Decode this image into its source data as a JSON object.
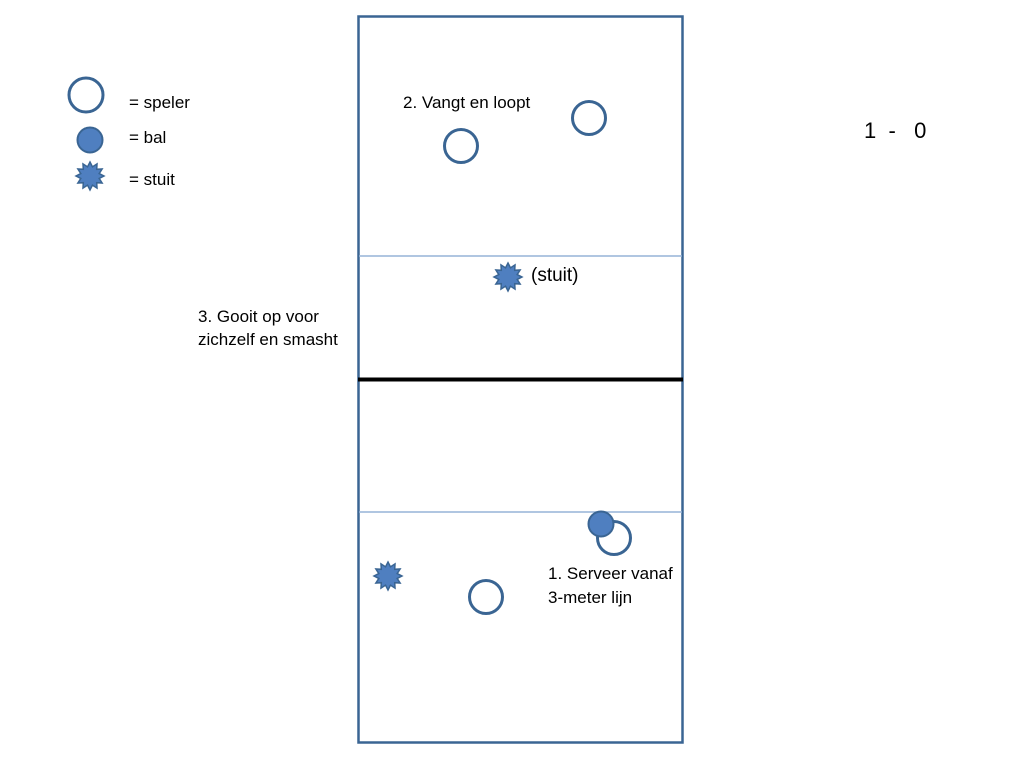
{
  "legend": {
    "player_label": "= speler",
    "ball_label": "= bal",
    "bounce_label": "= stuit"
  },
  "score": "1  -   0",
  "annotations": {
    "step1_line1": "1. Serveer vanaf",
    "step1_line2": "3-meter lijn",
    "step2": "2. Vangt en loopt",
    "step3_line1": "3. Gooit op voor",
    "step3_line2": "zichzelf en smasht",
    "bounce": "(stuit)"
  },
  "icons": {
    "player": "player-circle-icon",
    "ball": "ball-icon",
    "bounce": "bounce-star-icon"
  },
  "colors": {
    "court_border": "#3a6593",
    "player_stroke": "#3a6593",
    "ball_fill": "#4f7fc0",
    "bounce_fill": "#4f7fc0",
    "three_meter_line": "#95b3d7",
    "net": "#000000"
  }
}
